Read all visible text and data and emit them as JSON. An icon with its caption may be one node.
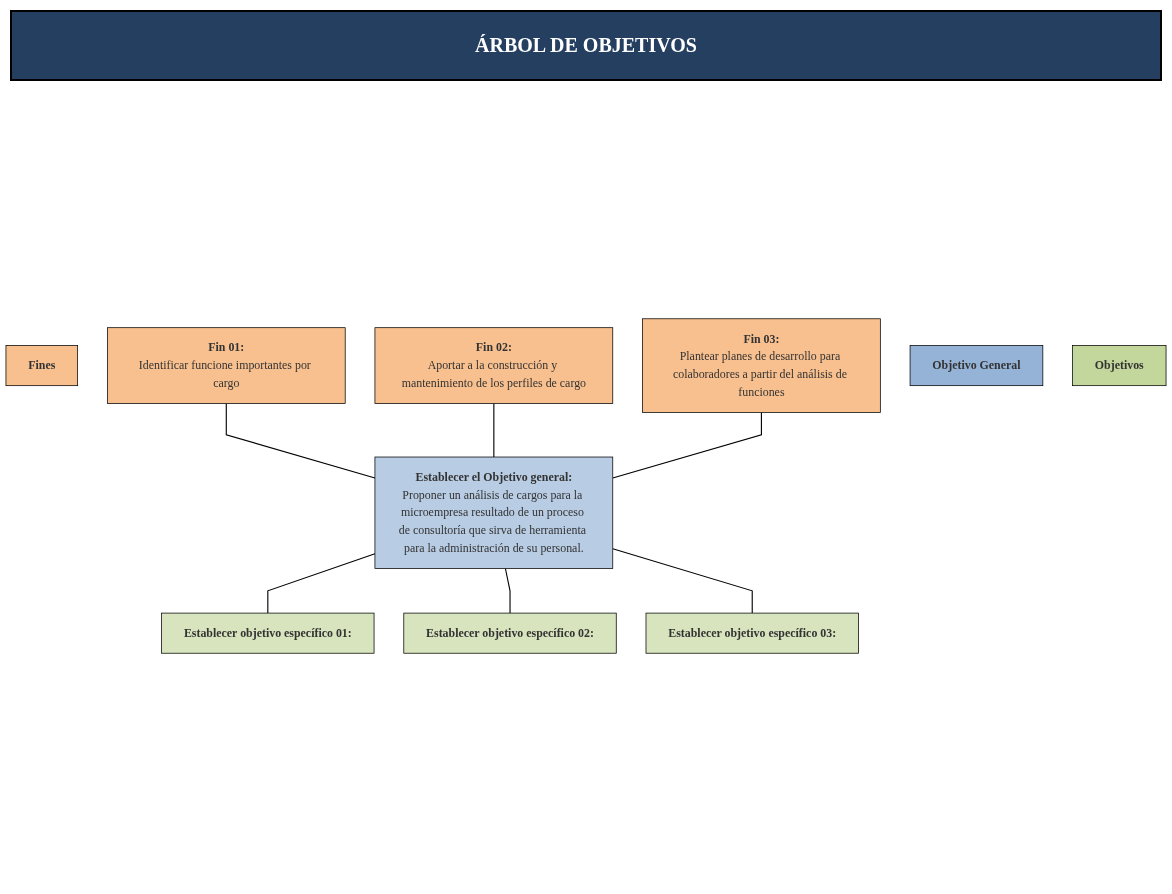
{
  "diagram": {
    "title": "ÁRBOL DE OBJETIVOS",
    "nodes": [
      {
        "text": [
          "Fines"
        ]
      },
      {
        "text": [
          "Fin 01:",
          "Identificar funcione importantes por cargo"
        ]
      },
      {
        "text": [
          "Fin 02:",
          "Aportar a la construcción y mantenimiento de los perfiles de cargo"
        ]
      },
      {
        "text": [
          "Fin 03:",
          "Plantear planes de desarrollo para colaboradores a partir del análisis de funciones"
        ]
      },
      {
        "text": [
          "Objetivo General"
        ]
      },
      {
        "text": [
          "Establecer el Objetivo general:",
          "Proponer un análisis de cargos para la microempresa resultado de un proceso de consultoría que sirva de herramienta para la administración de su personal."
        ]
      },
      {
        "text": [
          "Objetivos"
        ]
      },
      {
        "text": [
          "Establecer objetivo específico 01:"
        ]
      },
      {
        "text": [
          "Establecer objetivo específico 02:"
        ]
      },
      {
        "text": [
          "Establecer objetivo específico 03:"
        ]
      }
    ],
    "edges": [
      {
        "from": 1,
        "to": 5,
        "arrow": "none"
      },
      {
        "from": 2,
        "to": 5,
        "arrow": "none"
      },
      {
        "from": 3,
        "to": 5,
        "arrow": "none"
      },
      {
        "from": 5,
        "to": 7,
        "arrow": "none"
      },
      {
        "from": 5,
        "to": 8,
        "arrow": "none"
      },
      {
        "from": 5,
        "to": 9,
        "arrow": "none"
      }
    ]
  }
}
